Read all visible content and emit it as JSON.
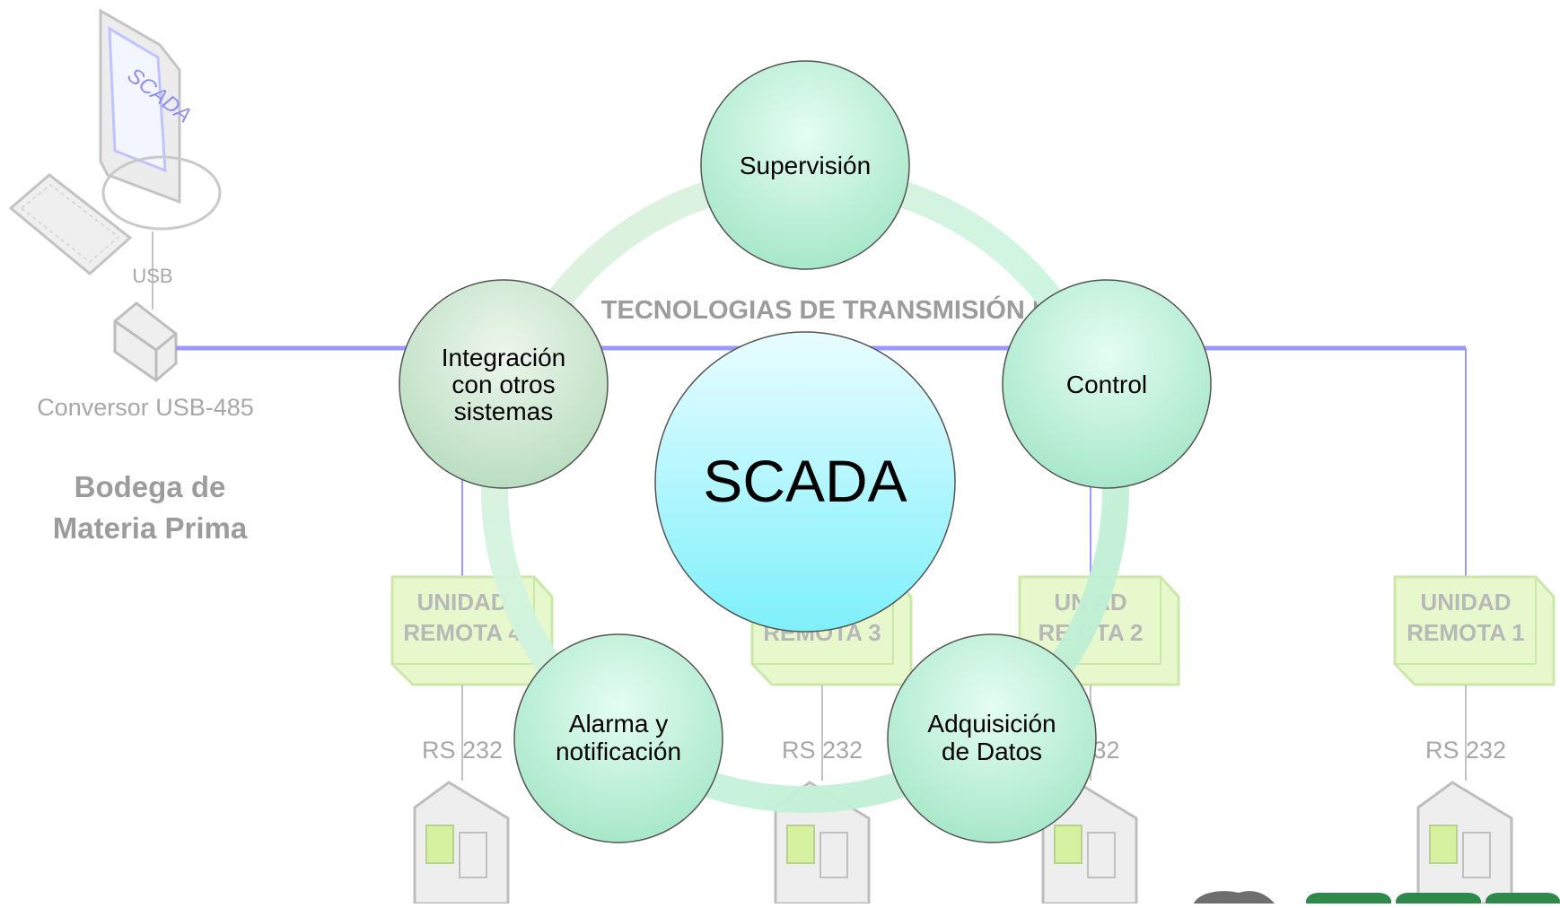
{
  "background": {
    "monitor_screen_text": "SCADA",
    "usb_label": "USB",
    "converter_label": "Conversor USB-485",
    "warehouse_label": [
      "Bodega de",
      "Materia Prima"
    ],
    "bus_label": "TECNOLOGIAS DE TRANSMISIÓN DE",
    "remote_units": [
      [
        "UNIDAD",
        "REMOTA 4"
      ],
      [
        "",
        "REMOTA 3"
      ],
      [
        "UN  AD",
        "RE  OTA 2"
      ],
      [
        "UNIDAD",
        "REMOTA 1"
      ]
    ],
    "rs232_labels": [
      "RS 232",
      "RS 232",
      "232",
      "RS 232"
    ]
  },
  "cycle": {
    "center": "SCADA",
    "nodes": [
      {
        "label": [
          "Supervisión"
        ]
      },
      {
        "label": [
          "Control"
        ]
      },
      {
        "label": [
          "Adquisición",
          "de Datos"
        ]
      },
      {
        "label": [
          "Alarma y",
          "notificación"
        ]
      },
      {
        "label": [
          "Integración",
          "con otros",
          "sistemas"
        ]
      }
    ]
  },
  "colors": {
    "bus_line": "#9999ff",
    "ring": "#c8f0d8",
    "node_fill_top": "#dffcf0",
    "node_fill_bottom": "#a5e8c8",
    "center_fill_top": "#e6fdff",
    "center_fill_bottom": "#7ff0fb",
    "remote_unit": "#e4f7c8",
    "logo_green": "#2e8a4a"
  }
}
